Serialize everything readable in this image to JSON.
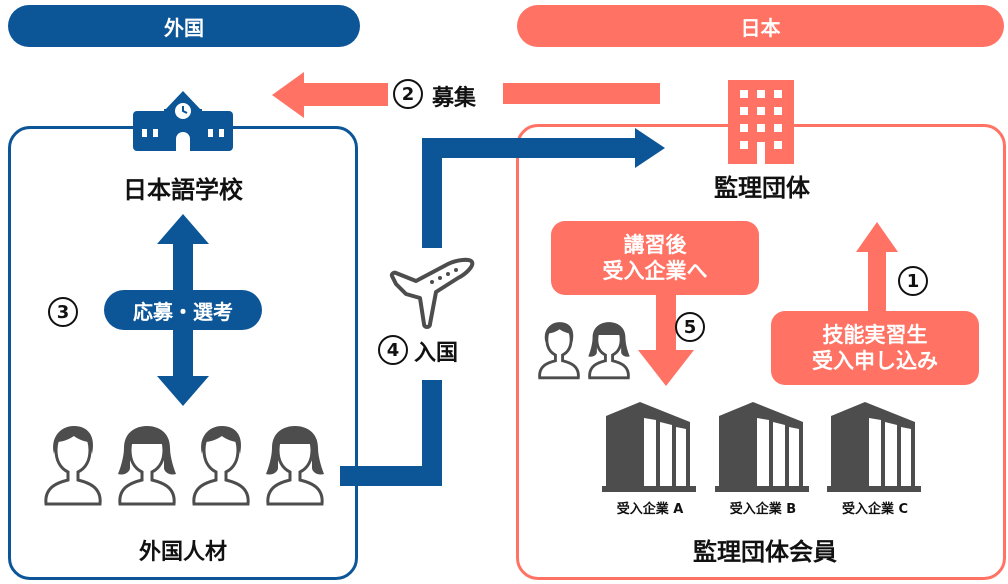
{
  "colors": {
    "blue": "#0c5698",
    "coral": "#ff7264",
    "icon_gray": "#4d4d4d",
    "text": "#111111"
  },
  "regions": {
    "foreign": {
      "label": "外国",
      "icon": "school-icon"
    },
    "japan": {
      "label": "日本",
      "icon": "office-building-icon"
    }
  },
  "nodes": {
    "japanese_school": "日本語学校",
    "foreign_talent": "外国人材",
    "supervising_org": "監理団体",
    "supervising_members": "監理団体会員"
  },
  "steps": [
    {
      "number": "1",
      "label_lines": [
        "技能実習生",
        "受入申し込み"
      ]
    },
    {
      "number": "2",
      "label": "募集"
    },
    {
      "number": "3",
      "label": "応募・選考"
    },
    {
      "number": "4",
      "label": "入国",
      "icon": "airplane-icon"
    },
    {
      "number": "5",
      "label_lines": [
        "講習後",
        "受入企業へ"
      ]
    }
  ],
  "companies": [
    "受入企業 A",
    "受入企業 B",
    "受入企業 C"
  ],
  "people": {
    "foreign_group": [
      "male",
      "female",
      "male",
      "female"
    ],
    "trainee_group": [
      "male",
      "female"
    ]
  }
}
